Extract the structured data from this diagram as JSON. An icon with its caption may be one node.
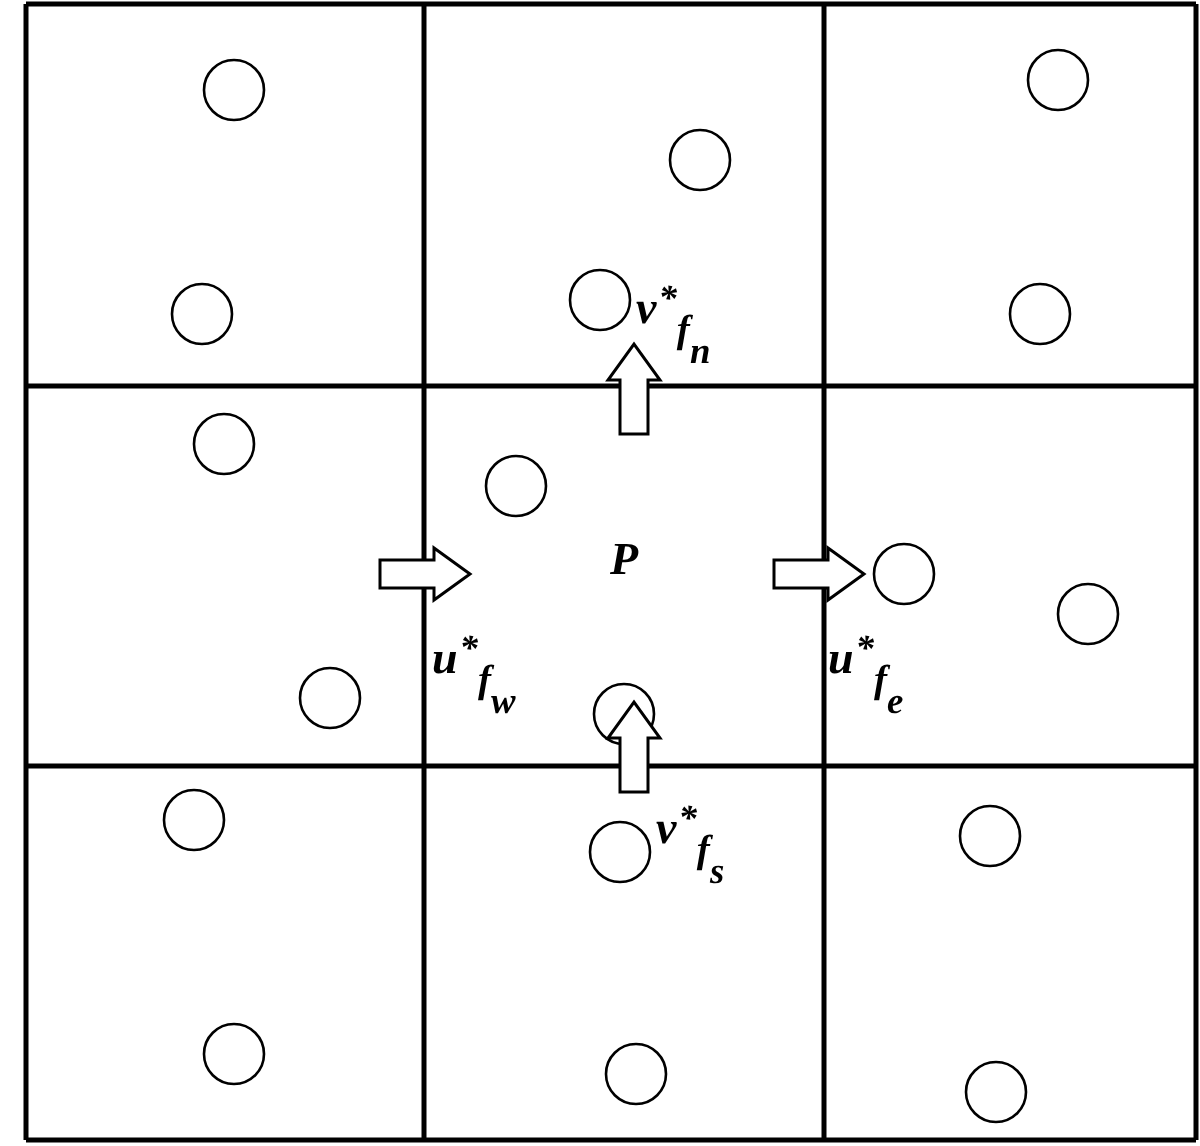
{
  "diagram": {
    "labels": [
      "v$^{*}$$_{f}$$_{n}$",
      "P",
      "u$^{*}$$_{f}$$_{w}$",
      "u$^{*}$$_{f}$$_{e}$",
      "v$^{*}$$_{f}$$_{s}$"
    ]
  }
}
